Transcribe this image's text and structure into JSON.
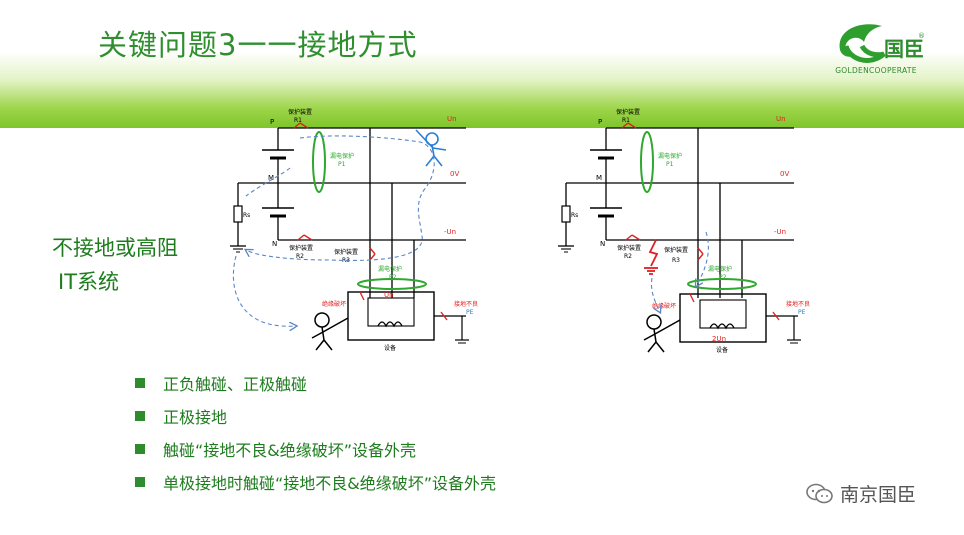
{
  "title": "关键问题3一一接地方式",
  "logo": {
    "brand": "国臣",
    "sub": "GOLDENCOOPERATE",
    "reg": "®"
  },
  "side_label": {
    "line1": "不接地或高阻",
    "line2": "IT系统"
  },
  "bullets": [
    "正负触碰、正极触碰",
    "正极接地",
    "触碰“接地不良&绝缘破坏”设备外壳",
    "单极接地时触碰“接地不良&绝缘破坏”设备外壳"
  ],
  "diagram_left": {
    "protect1": "保护装置",
    "r1": "R1",
    "p": "P",
    "un_pos": "Un",
    "zero_v": "0V",
    "un_neg": "-Un",
    "m": "M",
    "rs": "Rs",
    "n": "N",
    "protect2": "保护装置",
    "r2": "R2",
    "protect3": "保护装置",
    "r3": "R3",
    "leak1": "漏电保护",
    "p1": "P1",
    "leak2": "漏电保护",
    "p2": "P2",
    "un_dev": "Un",
    "insulation": "绝缘破坏",
    "ground_bad": "接地不良",
    "pe": "PE",
    "device": "设备"
  },
  "diagram_right": {
    "protect1": "保护装置",
    "r1": "R1",
    "p": "P",
    "un_pos": "Un",
    "zero_v": "0V",
    "un_neg": "-Un",
    "m": "M",
    "rs": "Rs",
    "n": "N",
    "protect2": "保护装置",
    "r2": "R2",
    "protect3": "保护装置",
    "r3": "R3",
    "leak1": "漏电保护",
    "p1": "P1",
    "leak2": "漏电保护",
    "p2": "P2",
    "un_dev": "2Un",
    "insulation": "绝缘破坏",
    "ground_bad": "接地不良",
    "pe": "PE",
    "device": "设备"
  },
  "watermark": "南京国臣",
  "colors": {
    "title": "#2f8f2f",
    "accent_green": "#2e8b2e",
    "fault_red": "#e02020",
    "dash_blue": "#5b86c4",
    "person_blue": "#2a7fd4"
  }
}
